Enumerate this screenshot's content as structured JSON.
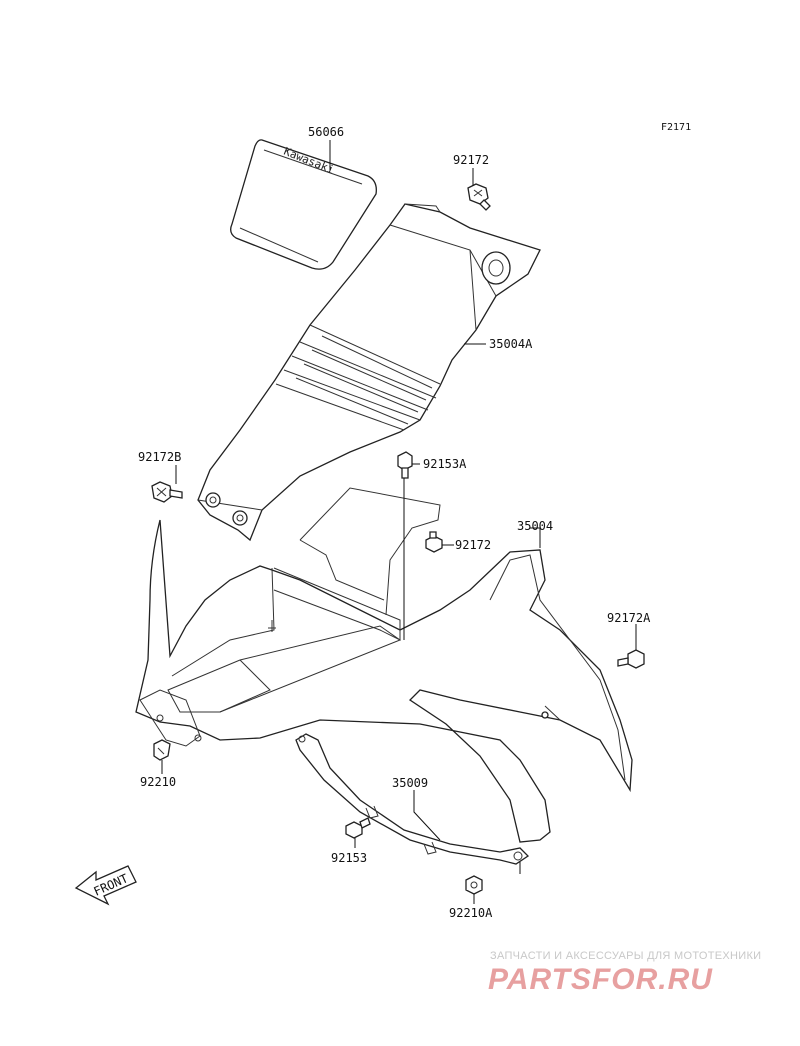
{
  "figure_code": "F2171",
  "parts": [
    {
      "key": "56066",
      "label": "56066"
    },
    {
      "key": "92172_top",
      "label": "92172"
    },
    {
      "key": "35004A",
      "label": "35004A"
    },
    {
      "key": "92172B",
      "label": "92172B"
    },
    {
      "key": "92153A",
      "label": "92153A"
    },
    {
      "key": "35004",
      "label": "35004"
    },
    {
      "key": "92172_mid",
      "label": "92172"
    },
    {
      "key": "92172A",
      "label": "92172A"
    },
    {
      "key": "92210",
      "label": "92210"
    },
    {
      "key": "35009",
      "label": "35009"
    },
    {
      "key": "92153",
      "label": "92153"
    },
    {
      "key": "92210A",
      "label": "92210A"
    }
  ],
  "decal_text": "Kawasaki",
  "front_arrow": "FRONT",
  "watermark": {
    "tagline": "ЗАПЧАСТИ И АКСЕССУАРЫ ДЛЯ МОТОТЕХНИКИ",
    "brand": "PARTSFOR.RU"
  }
}
